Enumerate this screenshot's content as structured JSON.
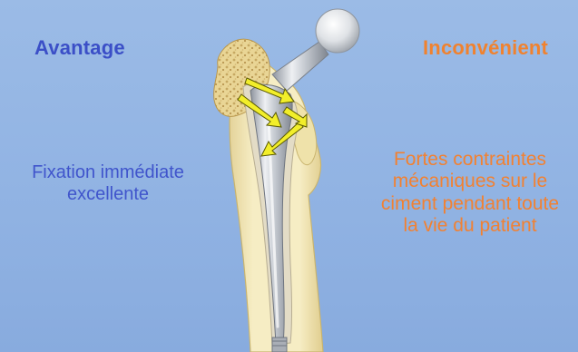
{
  "colors": {
    "background": "#93b5e3",
    "advantage_text": "#3b4fc7",
    "disadvantage_text": "#f0822f",
    "bone": "#f2e6b4",
    "cortex": "#efe1a6",
    "stem_metal": "#c7cbd2",
    "cement": "#ded8c4",
    "arrow": "#f2ee2a"
  },
  "advantage": {
    "title": "Avantage",
    "lines": [
      "Fixation immédiate",
      "excellente"
    ]
  },
  "disadvantage": {
    "title": "Inconvénient",
    "lines": [
      "Fortes contraintes",
      "mécaniques sur le",
      "ciment pendant toute",
      "la vie du patient"
    ]
  },
  "diagram": {
    "parts": [
      "femoral-head",
      "prosthesis-stem",
      "cement-mantle",
      "femur-bone",
      "cancellous-bone"
    ],
    "arrow_count": 4
  }
}
